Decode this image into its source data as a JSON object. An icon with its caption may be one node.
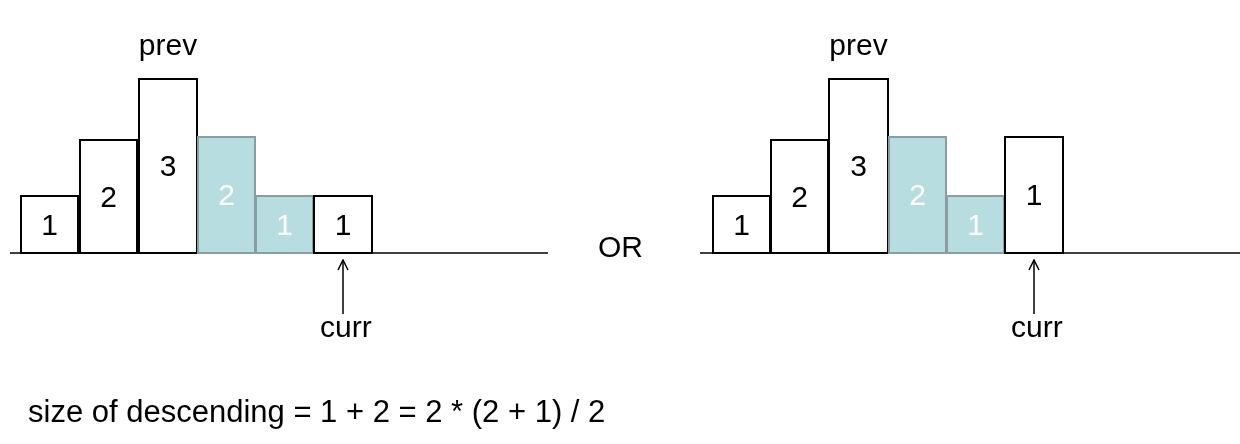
{
  "diagram": {
    "caption": "size of descending = 1 + 2 = 2 * (2 + 1) / 2",
    "nodes": [
      {
        "text": [
          "1"
        ]
      },
      {
        "text": [
          "2"
        ]
      },
      {
        "text": [
          "3"
        ],
        "beside": [
          "prev"
        ]
      },
      {
        "text": [
          "2"
        ]
      },
      {
        "text": [
          "1"
        ]
      },
      {
        "text": [
          "1"
        ]
      },
      {
        "text": [
          "curr"
        ]
      },
      {
        "text": [
          "1"
        ]
      },
      {
        "text": [
          "2"
        ]
      },
      {
        "text": [
          "3"
        ],
        "beside": [
          "prev"
        ]
      },
      {
        "text": [
          "2"
        ]
      },
      {
        "text": [
          "1"
        ]
      },
      {
        "text": [
          "1"
        ]
      },
      {
        "text": [
          "curr"
        ]
      }
    ],
    "edges": [
      {
        "from": 6,
        "to": 5,
        "arrow": "to"
      },
      {
        "from": 13,
        "to": 12,
        "arrow": "to"
      }
    ],
    "labels": [
      "OR"
    ]
  }
}
